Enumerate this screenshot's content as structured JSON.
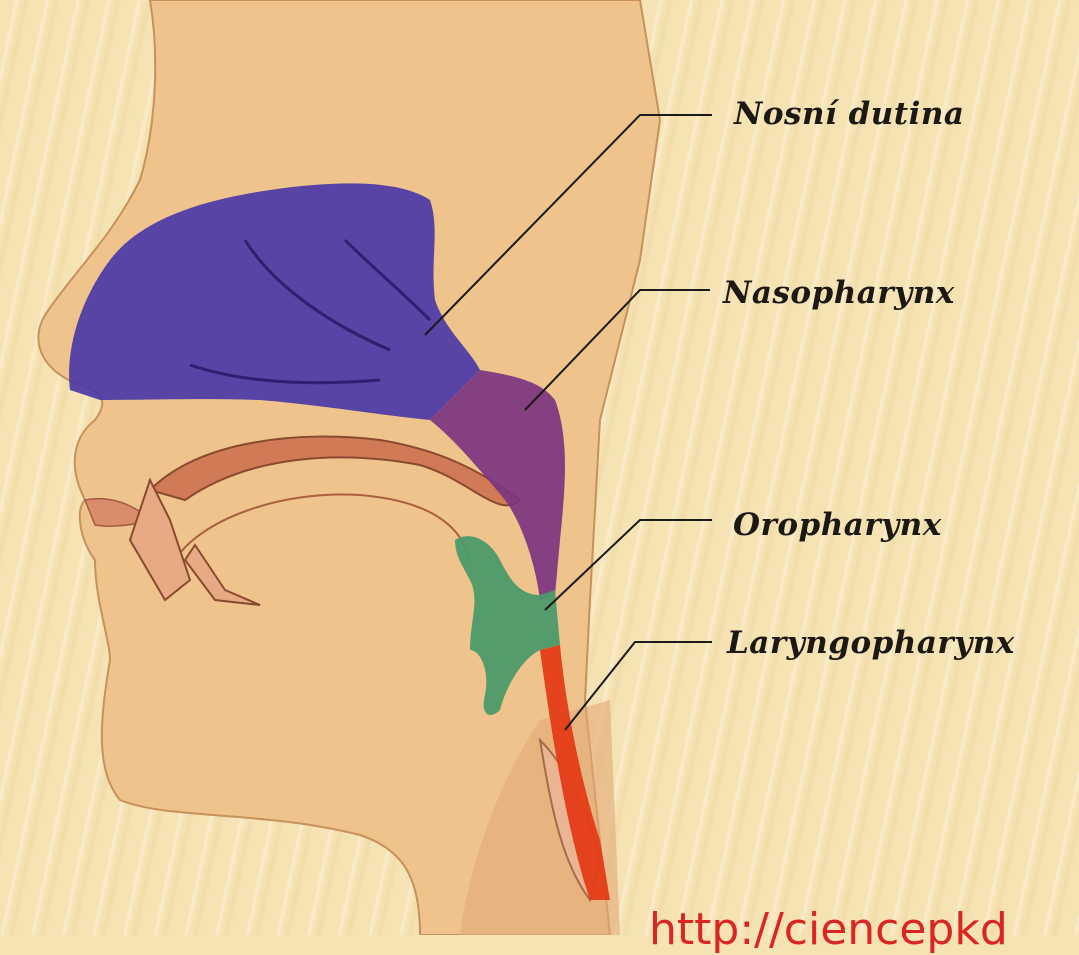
{
  "labels": {
    "nasal_cavity": "Nosní dutina",
    "nasopharynx": "Nasopharynx",
    "oropharynx": "Oropharynx",
    "laryngopharynx": "Laryngopharynx"
  },
  "footer": {
    "url_text": "http://ciencepkd"
  },
  "colors": {
    "background": "#f6e3b4",
    "skin": "#eec38c",
    "nasal_cavity": "#4a3aa6",
    "nasopharynx": "#7b3580",
    "oropharynx": "#4c9a6a",
    "laryngopharynx": "#e43c18",
    "url_text": "#d92622"
  }
}
